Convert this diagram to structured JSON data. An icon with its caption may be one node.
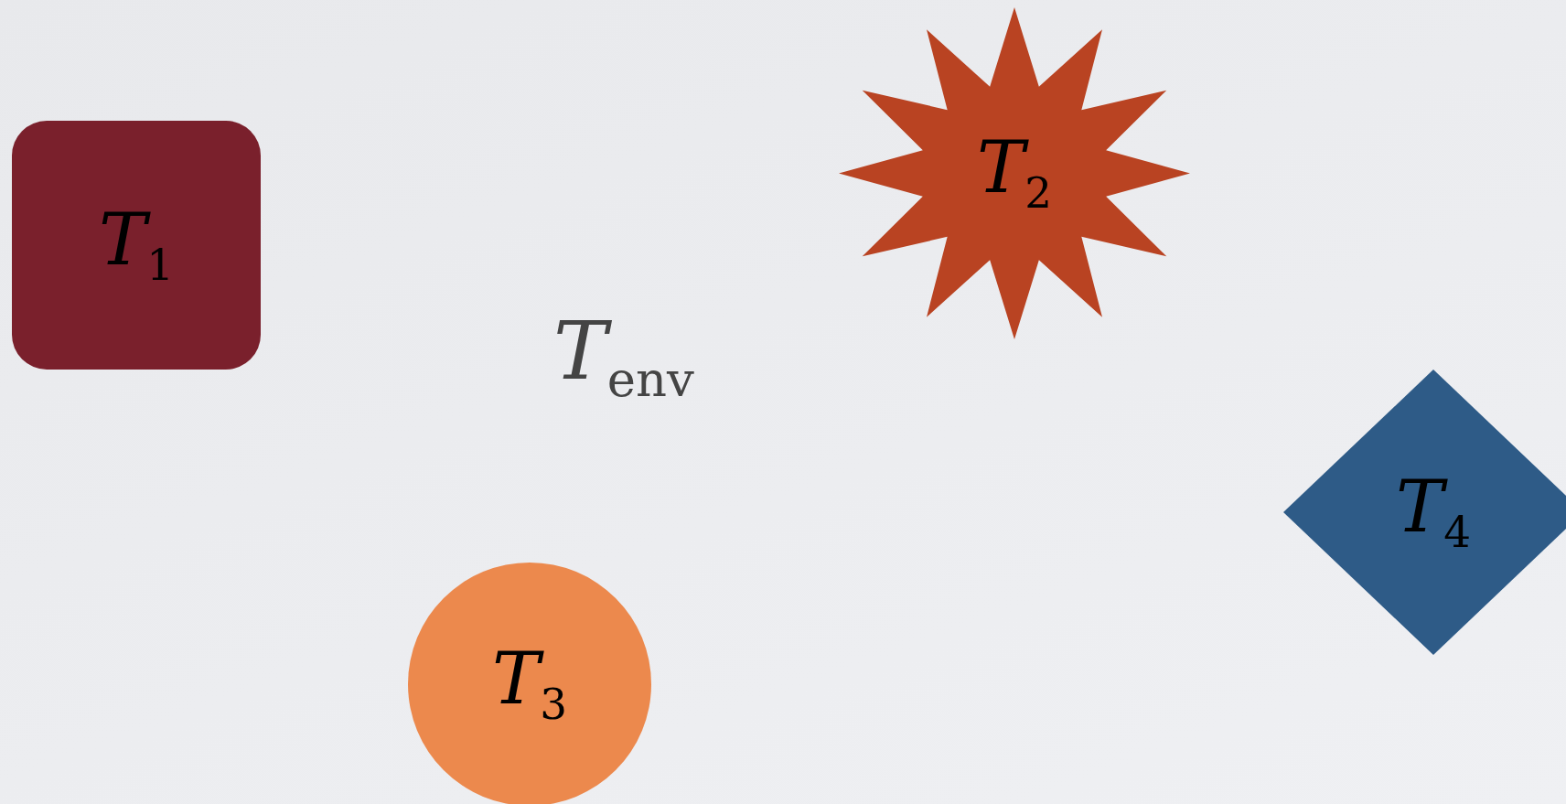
{
  "diagram": {
    "nodes": [
      {
        "text": [
          "*T*$_{1}$"
        ]
      },
      {
        "text": [
          "*T*$_{2}$"
        ]
      },
      {
        "text": [
          "*T*$_{3}$"
        ]
      },
      {
        "text": [
          "*T*$_{4}$"
        ]
      }
    ],
    "edges": [],
    "labels": [
      "*T*$_{env}$"
    ]
  }
}
